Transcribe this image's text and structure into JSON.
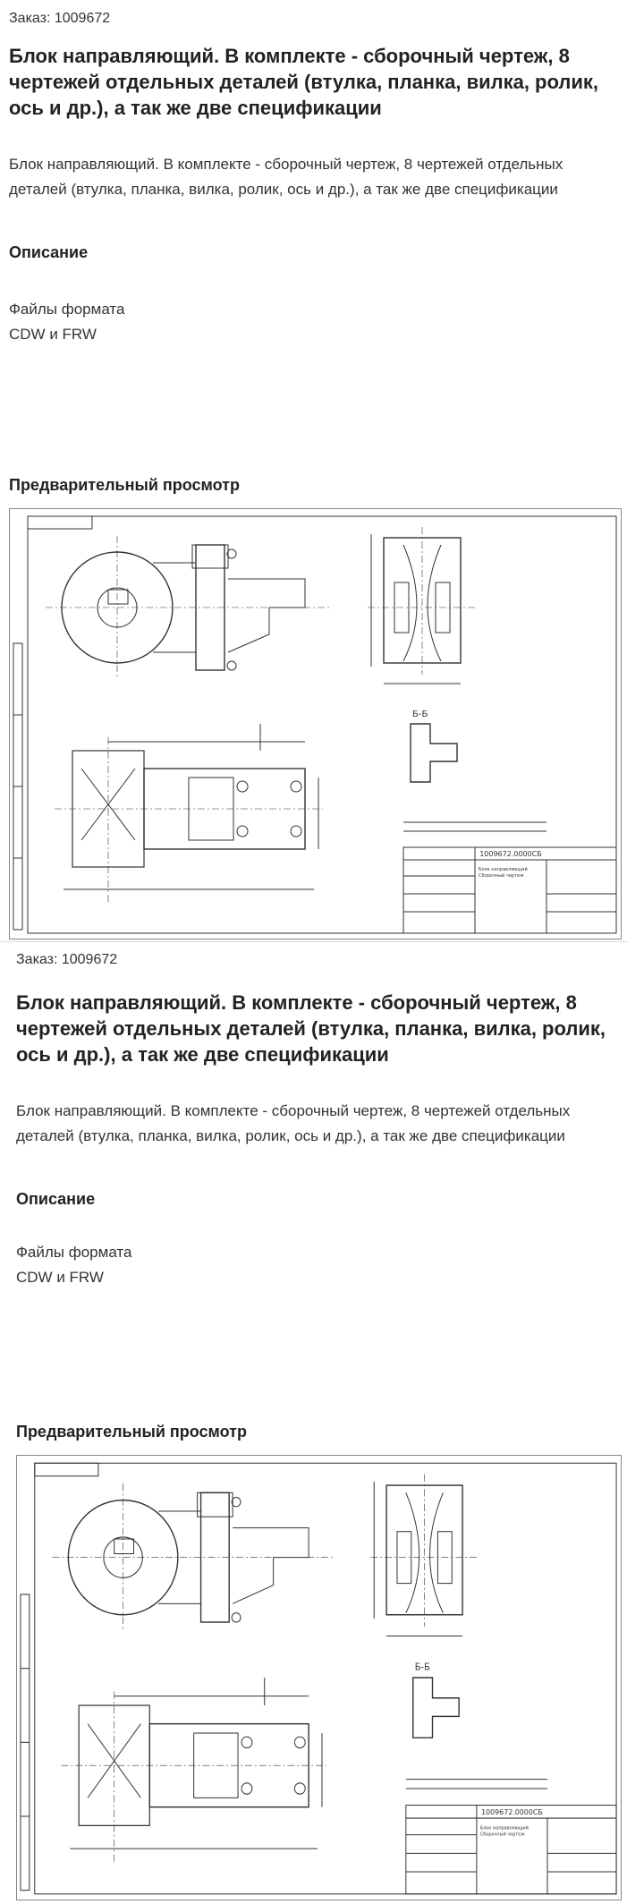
{
  "cards": [
    {
      "order": "Заказ: 1009672",
      "title": "Блок направляющий. В комплекте - сборочный чертеж, 8 чертежей отдельных деталей (втулка, планка, вилка, ролик, ось и др.), а так же две спецификации",
      "description": "Блок направляющий. В комплекте - сборочный чертеж, 8 чертежей отдельных деталей (втулка, планка, вилка, ролик, ось и др.), а так же две спецификации",
      "description_heading": "Описание",
      "files_line1": "Файлы формата",
      "files_line2": "CDW и FRW",
      "preview_heading": "Предварительный просмотр"
    },
    {
      "order": "Заказ: 1009672",
      "title": "Блок направляющий. В комплекте - сборочный чертеж, 8 чертежей отдельных деталей (втулка, планка, вилка, ролик, ось и др.), а так же две спецификации",
      "description": "Блок направляющий. В комплекте - сборочный чертеж, 8 чертежей отдельных деталей (втулка, планка, вилка, ролик, ось и др.), а так же две спецификации",
      "description_heading": "Описание",
      "files_line1": "Файлы формата",
      "files_line2": "CDW и FRW",
      "preview_heading": "Предварительный просмотр"
    }
  ],
  "drawing": {
    "stamp": "1009672.0000СБ",
    "name": "Блок направляющий\nСборочный чертеж",
    "view_label": "Б-Б"
  }
}
